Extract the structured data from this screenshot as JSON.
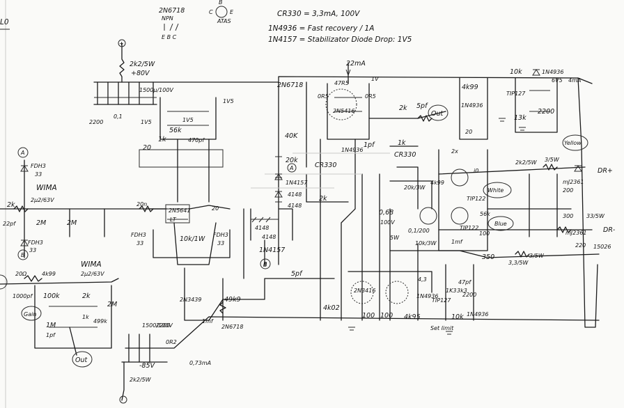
{
  "header": {
    "corner_label": "L0",
    "transistor_pinout": {
      "part": "2N6718",
      "type": "NPN",
      "pins_top": "E B C",
      "pin_b": "B",
      "pin_c": "C",
      "pin_e": "E",
      "view": "ATAS"
    },
    "notes": [
      "CR330 = 3,3mA, 100V",
      "1N4936 = Fast recovery / 1A",
      "1N4157 = Stabilizator Diode Drop: 1V5"
    ]
  },
  "labels": {
    "r_2k2_5w": "2k2/5W",
    "plus_80v": "+80V",
    "c_1500u": "1500µ/100V",
    "c_0_1": "0,1",
    "c_2200": "2200",
    "r_1v5a": "1V5",
    "r_1v5b": "1V5",
    "r_1v5c": "1V5",
    "r_56k": "56k",
    "r_1k": "1k",
    "c_470pf": "470pf",
    "r_20a": "20",
    "q_2n6718": "2N6718",
    "r_40k": "40K",
    "r_20k": "20k",
    "cr330_a": "CR330",
    "d_1n4157": "1N4157",
    "d_4148a": "4148",
    "d_4148b": "4148",
    "mark_a1": "A",
    "mark_b1": "B",
    "current_22ma": "22mA",
    "r_47r5": "47R5",
    "q_2n5416": "2N5416",
    "r_0r5a": "0R5",
    "r_0r5b": "0R5",
    "r_1v": "1V",
    "r_2k": "2k",
    "c_5pf": "5pf",
    "out1": "Out",
    "c_1pf": "1pf",
    "r_1k_b": "1k",
    "cr330_b": "CR330",
    "d_1n4936": "1N4936",
    "d_4148c": "4148",
    "d_4148d": "4148",
    "d_1n4157b": "1N4157",
    "mark_b2": "B",
    "r_2k_b": "2k",
    "r_4k99_a": "4k99",
    "r_10k": "10k",
    "d_1n4936_b": "1N4936",
    "v_6v5": "6V5",
    "i_4ma": "4mA",
    "q_tip127": "TIP127",
    "r_13k": "13k",
    "c_2200b": "2200",
    "r_20b": "20",
    "d_1n4936_c": "1N4936",
    "bias_2x": "2x",
    "r_2k2_5w_b": "2k2/5W",
    "r_3_5w": "3/5W",
    "yellow": "Yellow",
    "label_dr1": "DR+",
    "label_dr2": "DR-",
    "q_tip122_a": "TIP122",
    "q_tip122_b": "TIP122",
    "white": "White",
    "blue": "Blue",
    "q_mj2361": "mJ2361",
    "q_mj2361b": "mJ2361",
    "r_200": "200",
    "r_300": "300",
    "r_33_5w": "33/5W",
    "r_220": "220",
    "r_15026": "15026",
    "r_20k_3w": "20k/3W",
    "c_0_68": "0,68",
    "c_100v": "100V",
    "c_01_200": "0,1/200",
    "r_5w": "5W",
    "r_10k_3w": "10k/3W",
    "r_4k99_b": "4k99",
    "r_56k_b": "56k",
    "r_1mf": "1mf",
    "r_350": "350",
    "r_3_5w_b": "3/5W",
    "r_33_5w_b": "3,3/5W",
    "r_100": "100",
    "input_2k": "2k",
    "c_22pf": "22pf",
    "wima1": "WIMA",
    "c_2_2u": "2µ2/63V",
    "r_2m_a": "2M",
    "r_2m_b": "2M",
    "fdh_a": "FDH3",
    "fdh_b": "FDH3",
    "v_33a": "33",
    "v_33b": "33",
    "r_20n": "20n",
    "q_2n5641": "2N5641",
    "q_lt": "LT",
    "fdh_c": "FDH3",
    "fdh_d": "FDH3",
    "v_33c": "33",
    "v_33d": "33",
    "r_10k_1w": "10k/1W",
    "r_20_c": "20",
    "wima2": "WIMA",
    "c_2u2_63v": "2µ2/63V",
    "r_20n_b": "20Ω",
    "r_4k99_c": "4k99",
    "c_1000pf": "1000pf",
    "r_100k": "100k",
    "r_2k_c": "2k",
    "r_2m_c": "2M",
    "gain": "Gain",
    "r_1m": "1M",
    "c_1pf_b": "1pf",
    "r_1k_d": "1k",
    "r_499k": "499k",
    "out2": "Out",
    "q_2n3439": "2N3439",
    "q_2n6718_b": "2N6718",
    "r_49k9": "49k9",
    "c_5pf_b": "5pf",
    "r_1mf_b": "1mf",
    "v_m85": "-85V",
    "i_073": "0,73mA",
    "r_2k2_5w_c": "2k2/5W",
    "c_1500u_b": "1500/100V",
    "c_2200c": "2200",
    "r_0r2": "0R2",
    "q_2n3416": "2N3416",
    "r_4k02": "4k02",
    "r_100_b": "100",
    "r_100_c": "100",
    "r_4k95": "4k95",
    "d_1n4936_d": "1N4936",
    "q_tip127_b": "TIP127",
    "r_1k3": "1K3",
    "r_3k3": "3k3",
    "c_47pf": "47pf",
    "r_10k_b": "10k",
    "d_1n4936_e": "1N4936",
    "set_limit": "Set limit",
    "r_2200": "2200",
    "mark_a2": "A",
    "mark_b3": "B",
    "r_4_3": "4,3",
    "r_i0": "i0"
  }
}
